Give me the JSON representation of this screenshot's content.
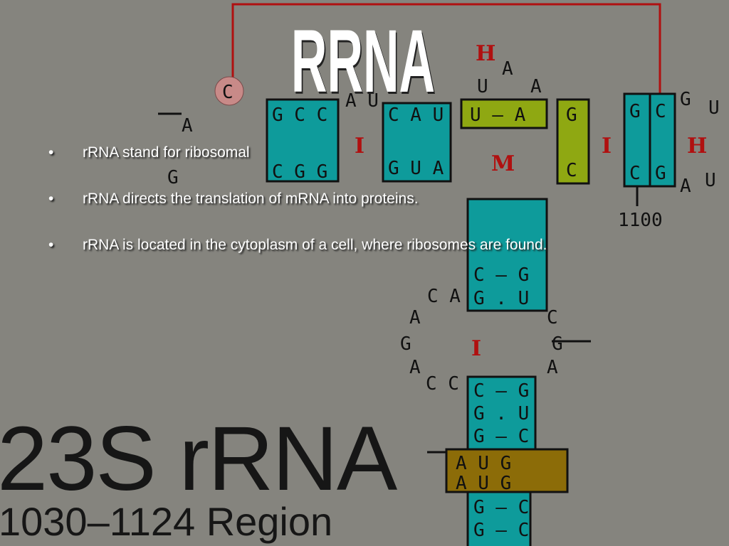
{
  "slide": {
    "title": "RRNA",
    "bullets": [
      "rRNA stand for ribosomal",
      "rRNA directs the translation of mRNA into proteins.",
      "rRNA is located in the cytoplasm of a cell, where ribosomes are found."
    ],
    "bullet_glyph": "•"
  },
  "background_image": {
    "heading": "23S rRNA",
    "subheading": "1030–1124 Region",
    "position_label": "1100",
    "colors": {
      "background": "#85847e",
      "teal": "#0e9b9b",
      "olive": "#8fa812",
      "gold": "#8c6c08",
      "red": "#b01010",
      "circle": "#c88a88"
    }
  }
}
